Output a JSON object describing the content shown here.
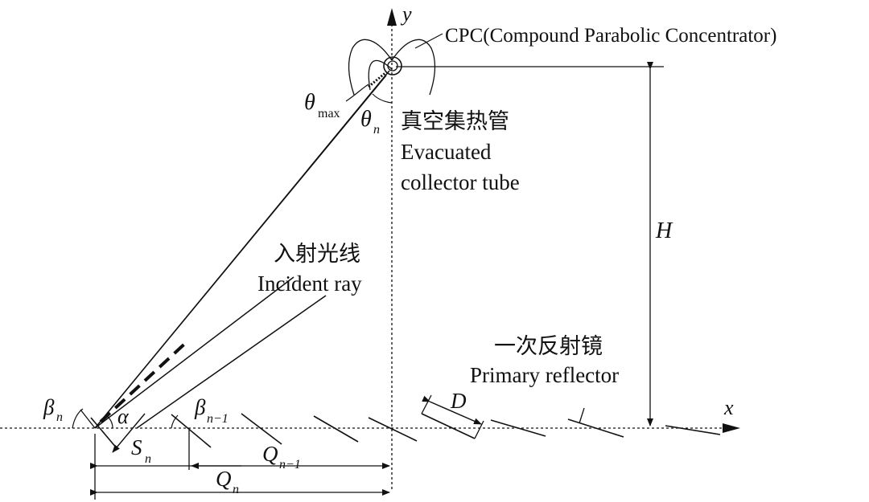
{
  "axes": {
    "x": "x",
    "y": "y"
  },
  "cpc": {
    "label": "CPC(Compound Parabolic Concentrator)"
  },
  "tube": {
    "label_cn": "真空集热管",
    "label_en_1": "Evacuated",
    "label_en_2": "collector tube"
  },
  "angles": {
    "theta": "θ",
    "theta_max_sub": "max",
    "theta_n_sub": "n",
    "alpha": "α",
    "beta": "β",
    "beta_n_sub": "n",
    "beta_n1_sub": "n−1"
  },
  "height": {
    "label": "H"
  },
  "ray": {
    "label_cn": "入射光线",
    "label_en": "Incident ray"
  },
  "reflector": {
    "label_cn": "一次反射镜",
    "label_en": "Primary reflector",
    "width_label": "D"
  },
  "dims": {
    "s": "S",
    "s_sub": "n",
    "q": "Q",
    "q_n_sub": "n",
    "q_n1_sub": "n−1"
  }
}
